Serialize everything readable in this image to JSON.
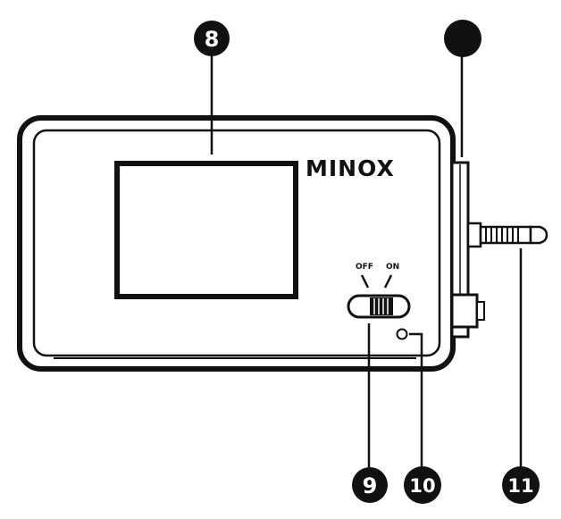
{
  "device": {
    "brand": "MINOX",
    "switch_off_label": "OFF",
    "switch_on_label": "ON"
  },
  "callouts": [
    {
      "label": "8"
    },
    {
      "label": ""
    },
    {
      "label": "9"
    },
    {
      "label": "10"
    },
    {
      "label": "11"
    }
  ],
  "colors": {
    "line": "#111111",
    "callout_fill": "#111111",
    "callout_text": "#ffffff",
    "background": "#ffffff"
  }
}
